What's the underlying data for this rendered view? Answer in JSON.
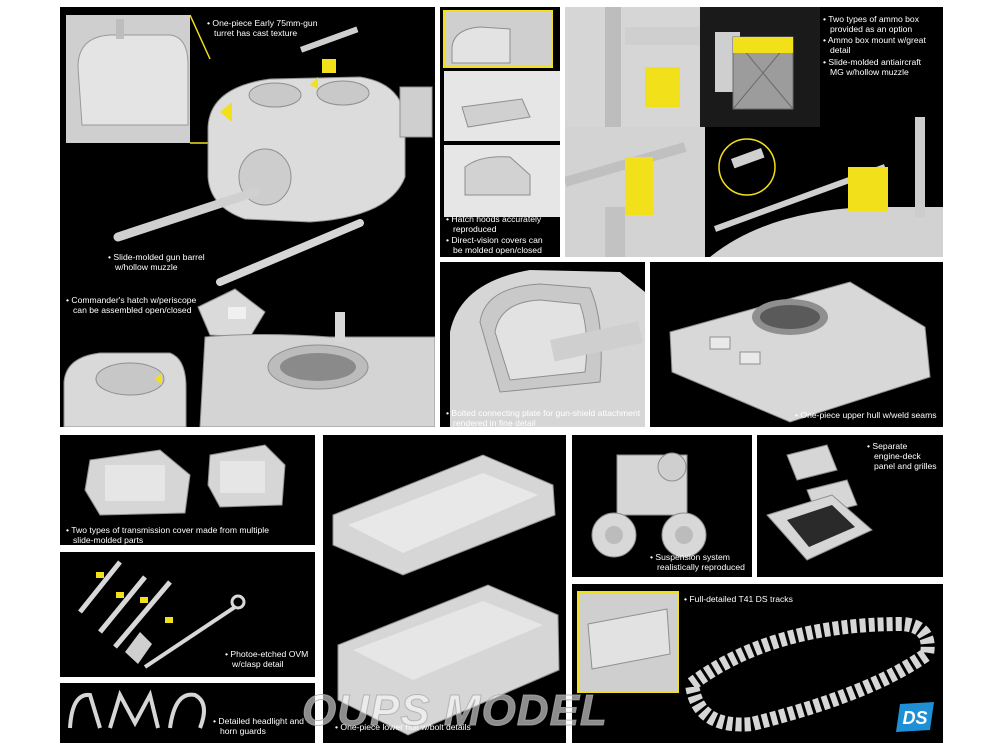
{
  "captions": {
    "turret_texture": [
      "One-piece Early 75mm-gun",
      "turret has cast texture"
    ],
    "gun_barrel": [
      "Slide-molded gun barrel",
      "w/hollow muzzle"
    ],
    "commander_hatch": [
      "Commander's hatch w/periscope",
      "can be assembled open/closed"
    ],
    "hatch_hoods": [
      "Hatch hoods accurately",
      "reproduced"
    ],
    "vision_covers": [
      "Direct-vision covers can",
      "be molded open/closed"
    ],
    "ammo_box_types": [
      "Two types of ammo box",
      "provided as an option"
    ],
    "ammo_box_mount": [
      "Ammo box mount w/great",
      "detail"
    ],
    "aa_mg": [
      "Slide-molded antiaircraft",
      "MG w/hollow muzzle"
    ],
    "connecting_plate": [
      "Bolted connecting plate for gun-shield attachment",
      "rendered in fine detail"
    ],
    "upper_hull": [
      "One-piece upper hull w/weld seams"
    ],
    "transmission": [
      "Two types of transmission cover made from multiple",
      "slide-molded parts"
    ],
    "suspension": [
      "Suspension system",
      "realistically reproduced"
    ],
    "engine_deck": [
      "Separate",
      "engine-deck",
      "panel and grilles"
    ],
    "ovm": [
      "Photoe-etched OVM",
      "w/clasp detail"
    ],
    "tracks": [
      "Full-detailed T41 DS tracks"
    ],
    "headlight": [
      "Detailed headlight and",
      "horn guards"
    ],
    "lower_hull": [
      "One-piece lower hull w/bolt details"
    ]
  },
  "watermark": "OUPS MODEL",
  "brand_logo": "DS",
  "colors": {
    "panel": "#000000",
    "page": "#ffffff",
    "parts": "#d9d9d9",
    "highlight": "#f2e01b",
    "text": "#ffffff"
  }
}
